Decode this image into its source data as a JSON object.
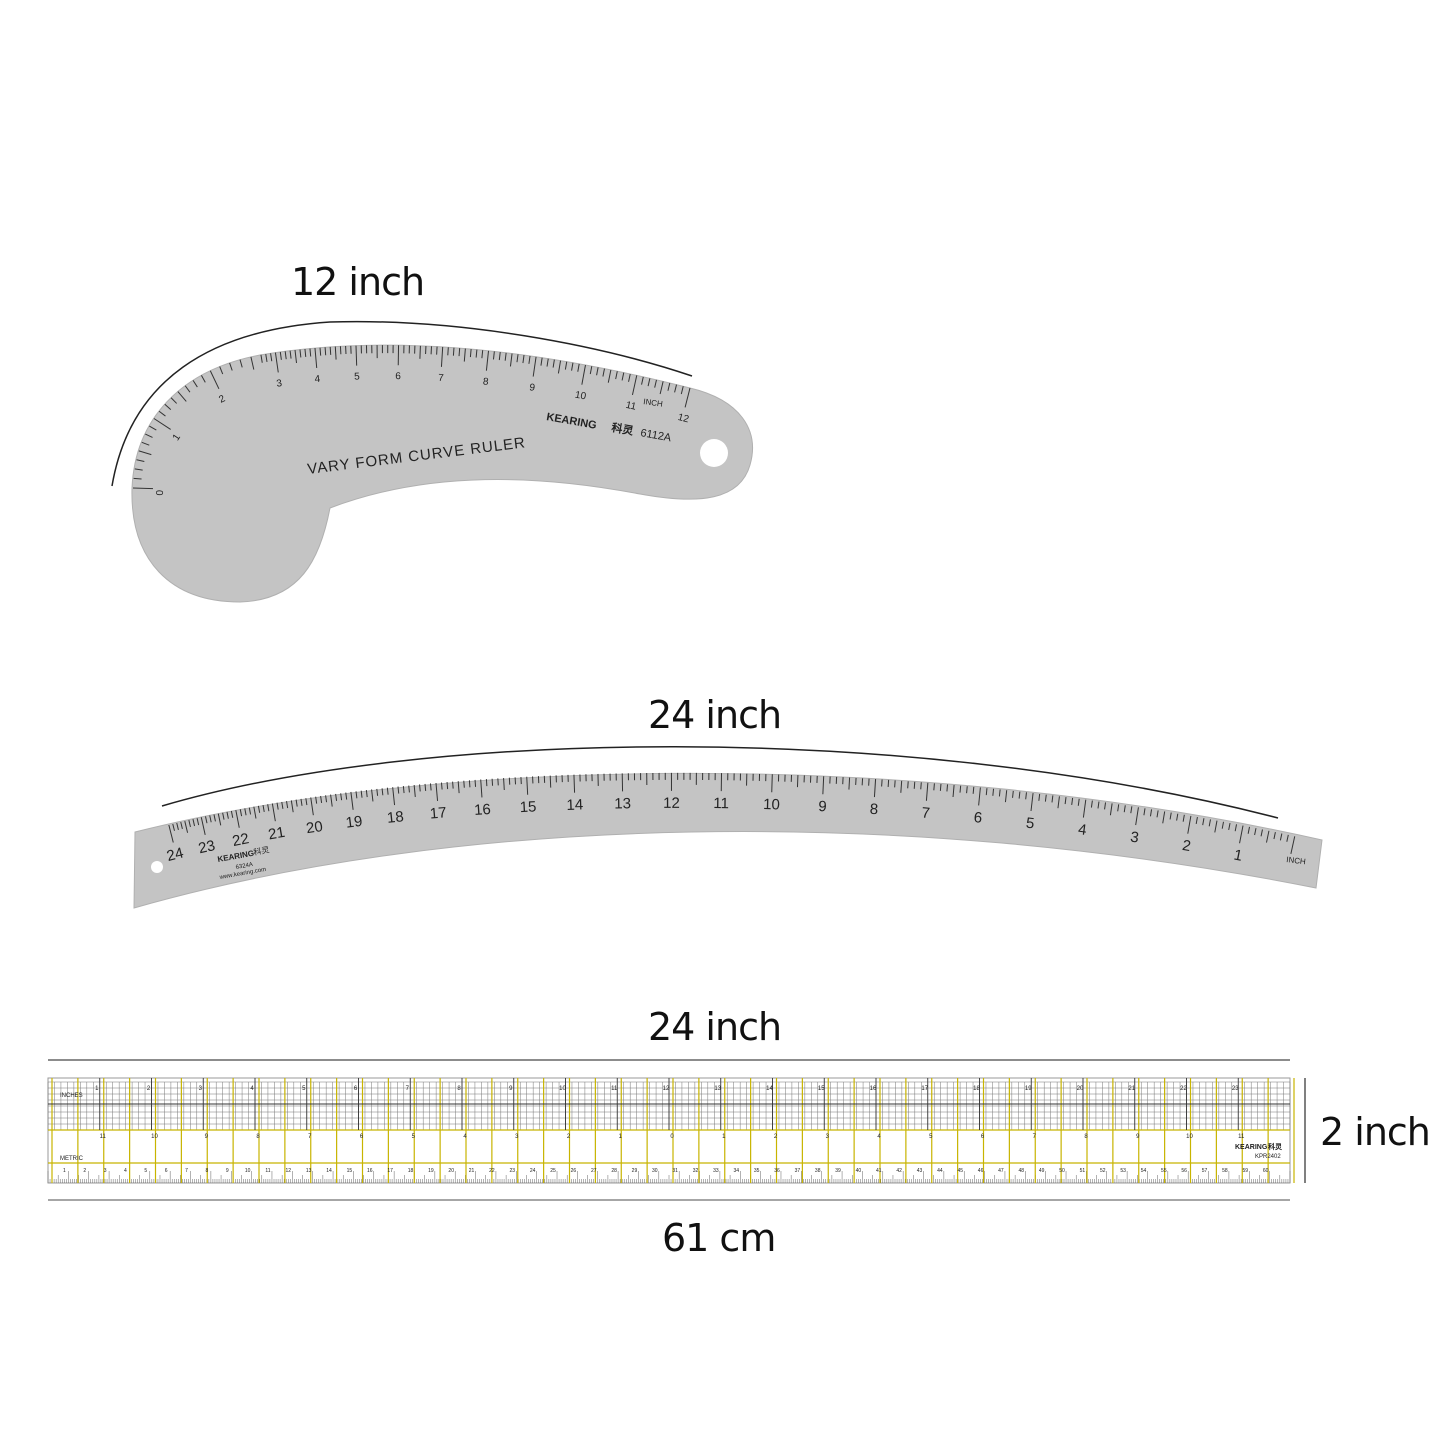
{
  "labels": {
    "curve_ruler_length": "12 inch",
    "hip_ruler_length": "24 inch",
    "straight_ruler_length": "24 inch",
    "straight_ruler_width": "2 inch",
    "straight_ruler_metric": "61 cm"
  },
  "curve_ruler": {
    "title": "VARY FORM CURVE RULER",
    "brand": "KEARING",
    "brand_cn": "科灵",
    "model": "6112A",
    "unit": "INCH",
    "numbers": [
      "0",
      "1",
      "2",
      "3",
      "4",
      "5",
      "6",
      "7",
      "8",
      "9",
      "10",
      "11",
      "12"
    ],
    "color": "#c4c4c4"
  },
  "hip_ruler": {
    "brand": "KEARING",
    "brand_cn": "科灵",
    "model": "6324A",
    "website": "www.kearing.com",
    "unit": "INCH",
    "numbers": [
      "24",
      "23",
      "22",
      "21",
      "20",
      "19",
      "18",
      "17",
      "16",
      "15",
      "14",
      "13",
      "12",
      "11",
      "10",
      "9",
      "8",
      "7",
      "6",
      "5",
      "4",
      "3",
      "2",
      "1"
    ],
    "color": "#c4c4c4"
  },
  "straight_ruler": {
    "inches_label": "INCHES",
    "metric_label": "METRIC",
    "brand": "KEARING",
    "brand_cn": "科灵",
    "model": "KPR2402",
    "inch_numbers": [
      "1",
      "2",
      "3",
      "4",
      "5",
      "6",
      "7",
      "8",
      "9",
      "10",
      "11",
      "12",
      "13",
      "14",
      "15",
      "16",
      "17",
      "18",
      "19",
      "20",
      "21",
      "22",
      "23"
    ],
    "center_numbers": [
      "11",
      "10",
      "9",
      "8",
      "7",
      "6",
      "5",
      "4",
      "3",
      "2",
      "1",
      "0",
      "1",
      "2",
      "3",
      "4",
      "5",
      "6",
      "7",
      "8",
      "9",
      "10",
      "11"
    ],
    "cm_numbers": [
      "1",
      "2",
      "3",
      "4",
      "5",
      "6",
      "7",
      "8",
      "9",
      "10",
      "11",
      "12",
      "13",
      "14",
      "15",
      "16",
      "17",
      "18",
      "19",
      "20",
      "21",
      "22",
      "23",
      "24",
      "25",
      "26",
      "27",
      "28",
      "29",
      "30",
      "31",
      "32",
      "33",
      "34",
      "35",
      "36",
      "37",
      "38",
      "39",
      "40",
      "41",
      "42",
      "43",
      "44",
      "45",
      "46",
      "47",
      "48",
      "49",
      "50",
      "51",
      "52",
      "53",
      "54",
      "55",
      "56",
      "57",
      "58",
      "59",
      "60"
    ],
    "grid_color": "#444444",
    "accent_color": "#c8b400"
  }
}
